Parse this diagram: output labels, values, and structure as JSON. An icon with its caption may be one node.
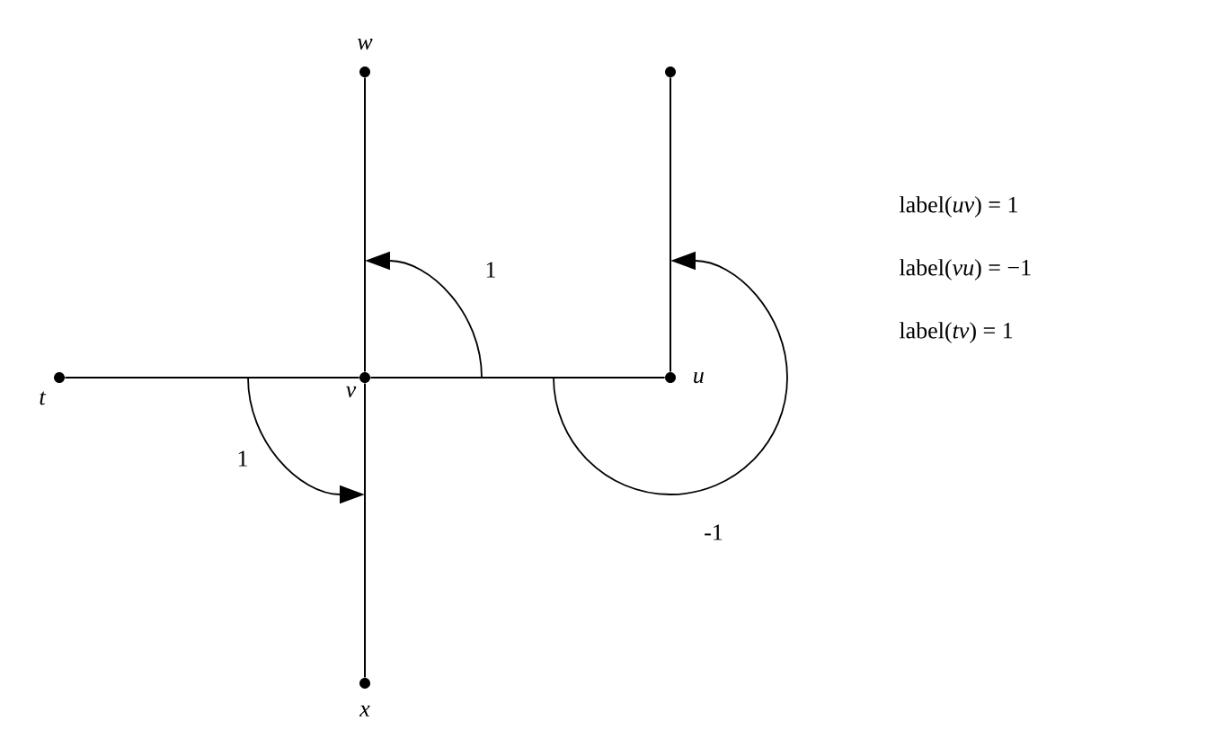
{
  "diagram": {
    "nodes": [
      {
        "text": [
          "t"
        ]
      },
      {
        "text": [
          "v"
        ]
      },
      {
        "text": [
          "w"
        ]
      },
      {
        "text": [
          "x"
        ]
      },
      {
        "text": [
          "u"
        ]
      },
      {
        "text": [],
        "shape": "circle"
      }
    ],
    "edges": [
      {
        "from": 0,
        "to": 1,
        "arrow": "none"
      },
      {
        "from": 1,
        "to": 2,
        "arrow": "none"
      },
      {
        "from": 1,
        "to": 3,
        "arrow": "none"
      },
      {
        "from": 1,
        "to": 4,
        "arrow": "none"
      },
      {
        "from": 4,
        "to": 5,
        "arrow": "none"
      }
    ],
    "labels": [
      "1",
      "1",
      "-1",
      "label(*uv*) = 1",
      "label(*vu*) = −1",
      "label(*tv*) = 1"
    ]
  }
}
